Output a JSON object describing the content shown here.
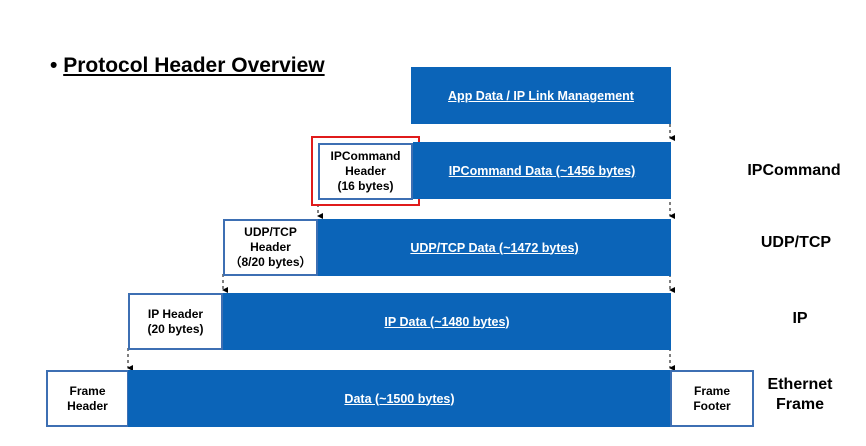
{
  "title": "Protocol Header Overview",
  "colors": {
    "bar": "#0b64b8",
    "header_border": "#3d6fb3",
    "highlight": "#e01b1b"
  },
  "layers": {
    "app": {
      "data_label": "App Data / IP Link Management"
    },
    "ipcommand": {
      "header_label": "IPCommand\nHeader\n(16 bytes)",
      "data_label": "IPCommand Data (~1456 bytes)",
      "layer_label": "IPCommand"
    },
    "udptcp": {
      "header_label": "UDP/TCP\nHeader\n（8/20 bytes）",
      "data_label": "UDP/TCP Data (~1472 bytes)",
      "layer_label": "UDP/TCP"
    },
    "ip": {
      "header_label": "IP Header\n(20 bytes)",
      "data_label": "IP Data (~1480 bytes)",
      "layer_label": "IP"
    },
    "ethernet": {
      "header_label": "Frame\nHeader",
      "data_label": "Data (~1500 bytes)",
      "footer_label": "Frame\nFooter",
      "layer_label": "Ethernet\nFrame"
    }
  }
}
